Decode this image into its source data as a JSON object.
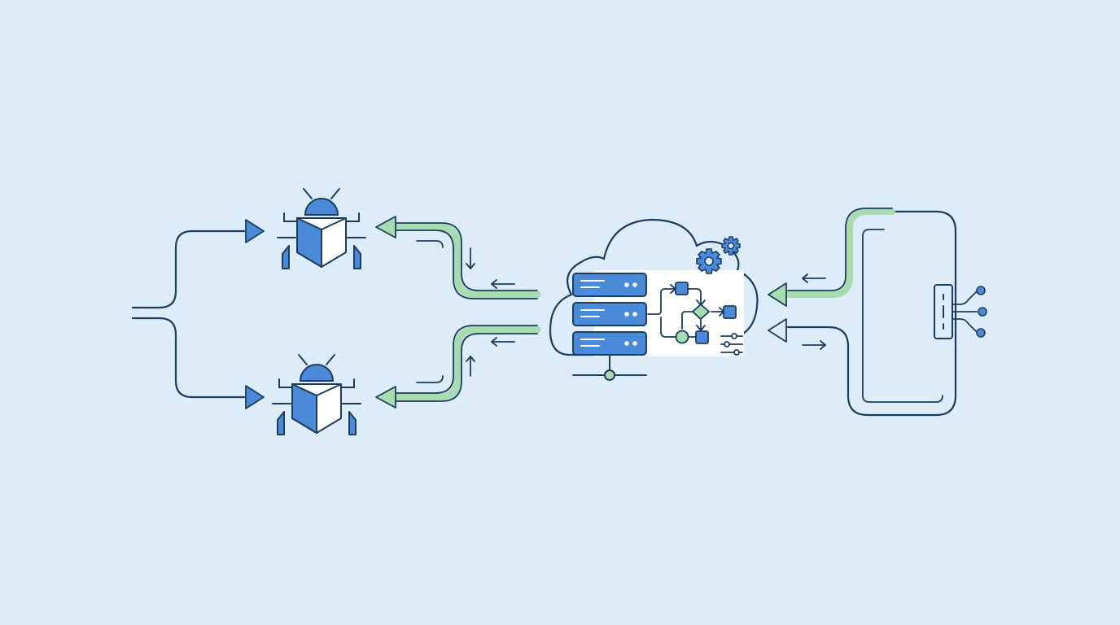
{
  "colors": {
    "background": "#dcedf9",
    "line": "#1d3d5e",
    "accent_blue": "#4a8ad8",
    "accent_blue_light": "#8fbdee",
    "accent_green": "#a7dcb0",
    "card_fill": "#ffffff"
  },
  "nodes": [
    {
      "id": "bug-top",
      "icon": "bug-icon"
    },
    {
      "id": "bug-bottom",
      "icon": "bug-icon"
    },
    {
      "id": "cloud-server",
      "icon": "cloud-server-icon"
    },
    {
      "id": "workflow",
      "icon": "workflow-icon"
    },
    {
      "id": "gears",
      "icon": "gear-icon"
    },
    {
      "id": "device",
      "icon": "network-device-icon"
    }
  ],
  "edges": [
    {
      "from": "input",
      "to": "bug-top"
    },
    {
      "from": "input",
      "to": "bug-bottom"
    },
    {
      "from": "cloud-server",
      "to": "bug-top"
    },
    {
      "from": "cloud-server",
      "to": "bug-bottom"
    },
    {
      "from": "device",
      "to": "cloud-server"
    },
    {
      "from": "cloud-server",
      "to": "device"
    }
  ]
}
